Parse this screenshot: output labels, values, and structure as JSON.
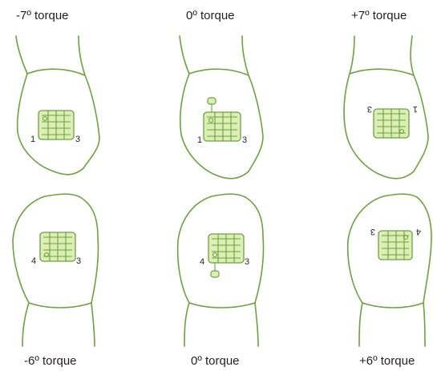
{
  "colors": {
    "tooth": "#6aa33a",
    "bracket_fill": "#dcedb6",
    "text": "#231f20"
  },
  "panels": [
    {
      "label": "-7º torque",
      "num_left": "1",
      "num_right": "3"
    },
    {
      "label": "0º torque",
      "num_left": "1",
      "num_right": "3"
    },
    {
      "label": "+7º torque",
      "num_left": "1",
      "num_right": "3"
    },
    {
      "label": "-6º torque",
      "num_left": "4",
      "num_right": "3"
    },
    {
      "label": "0º torque",
      "num_left": "4",
      "num_right": "3"
    },
    {
      "label": "+6º torque",
      "num_left": "4",
      "num_right": "3"
    }
  ]
}
